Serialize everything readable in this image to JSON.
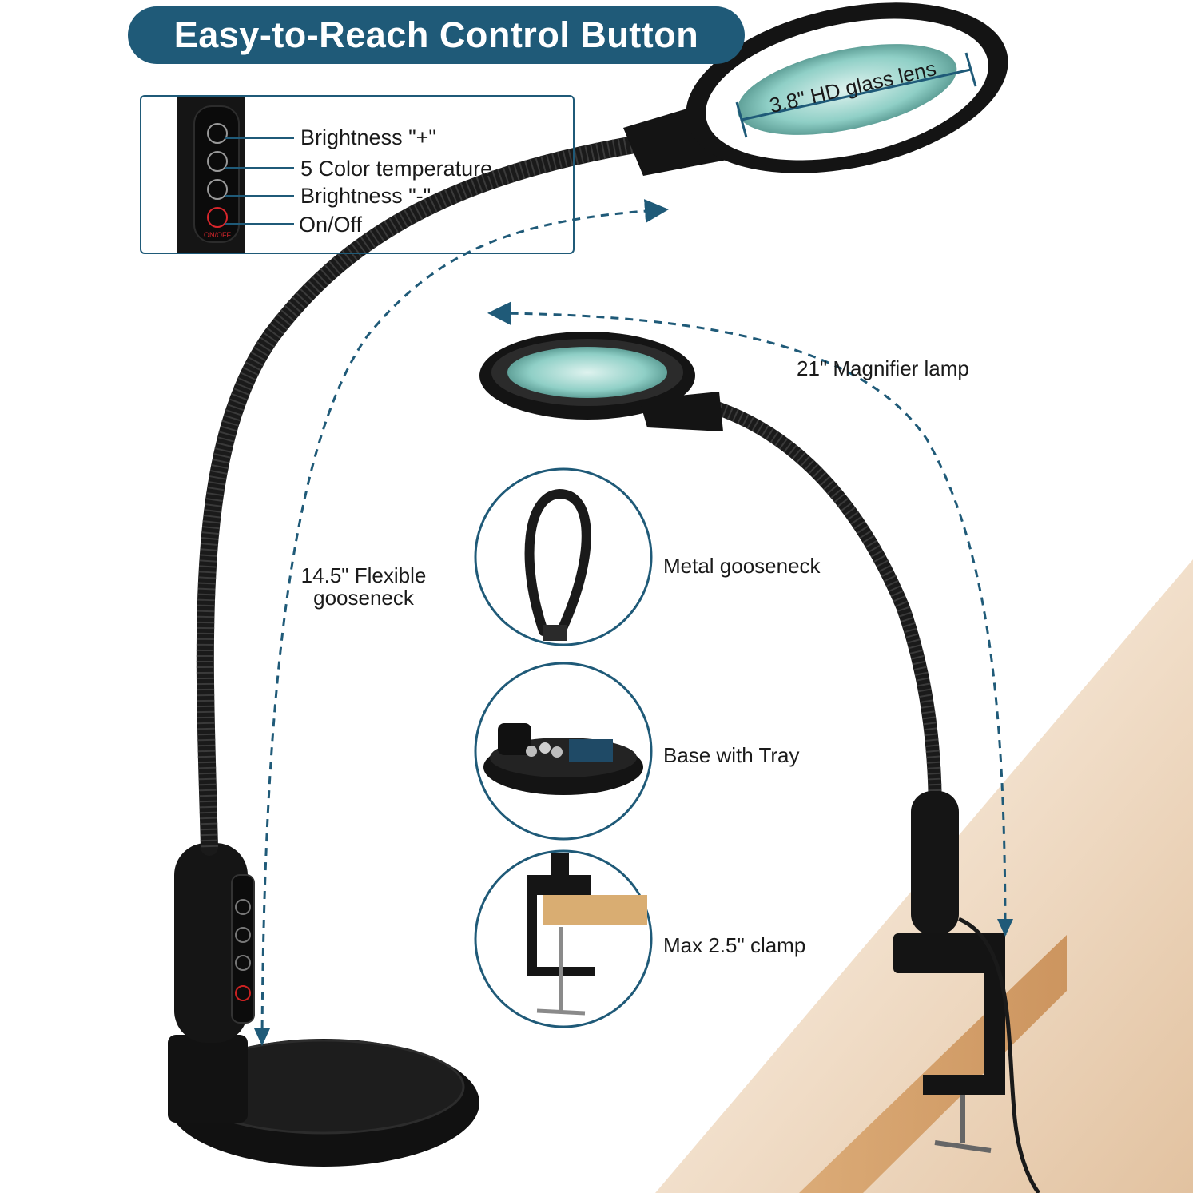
{
  "header": {
    "title": "Easy-to-Reach Control Button"
  },
  "controls": {
    "items": [
      {
        "label": "Brightness \"+\"",
        "icon": "brightness-up-icon"
      },
      {
        "label": "5 Color temperature",
        "icon": "color-temperature-icon"
      },
      {
        "label": "Brightness \"-\"",
        "icon": "brightness-down-icon"
      },
      {
        "label": "On/Off",
        "icon": "power-icon"
      }
    ],
    "power_button_text": "ON/OFF",
    "power_color": "#d9262c"
  },
  "callouts": {
    "lens": "3.8\" HD glass lens",
    "height": "21\" Magnifier lamp",
    "gooseneck_line1": "14.5\" Flexible",
    "gooseneck_line2": "gooseneck"
  },
  "features": [
    {
      "label": "Metal gooseneck"
    },
    {
      "label": "Base with Tray"
    },
    {
      "label": "Max 2.5\" clamp"
    }
  ],
  "colors": {
    "accent": "#1f5a78",
    "lamp_body": "#141414",
    "lens_tint": "#8fcfc6",
    "wood": "#e8cdae"
  }
}
